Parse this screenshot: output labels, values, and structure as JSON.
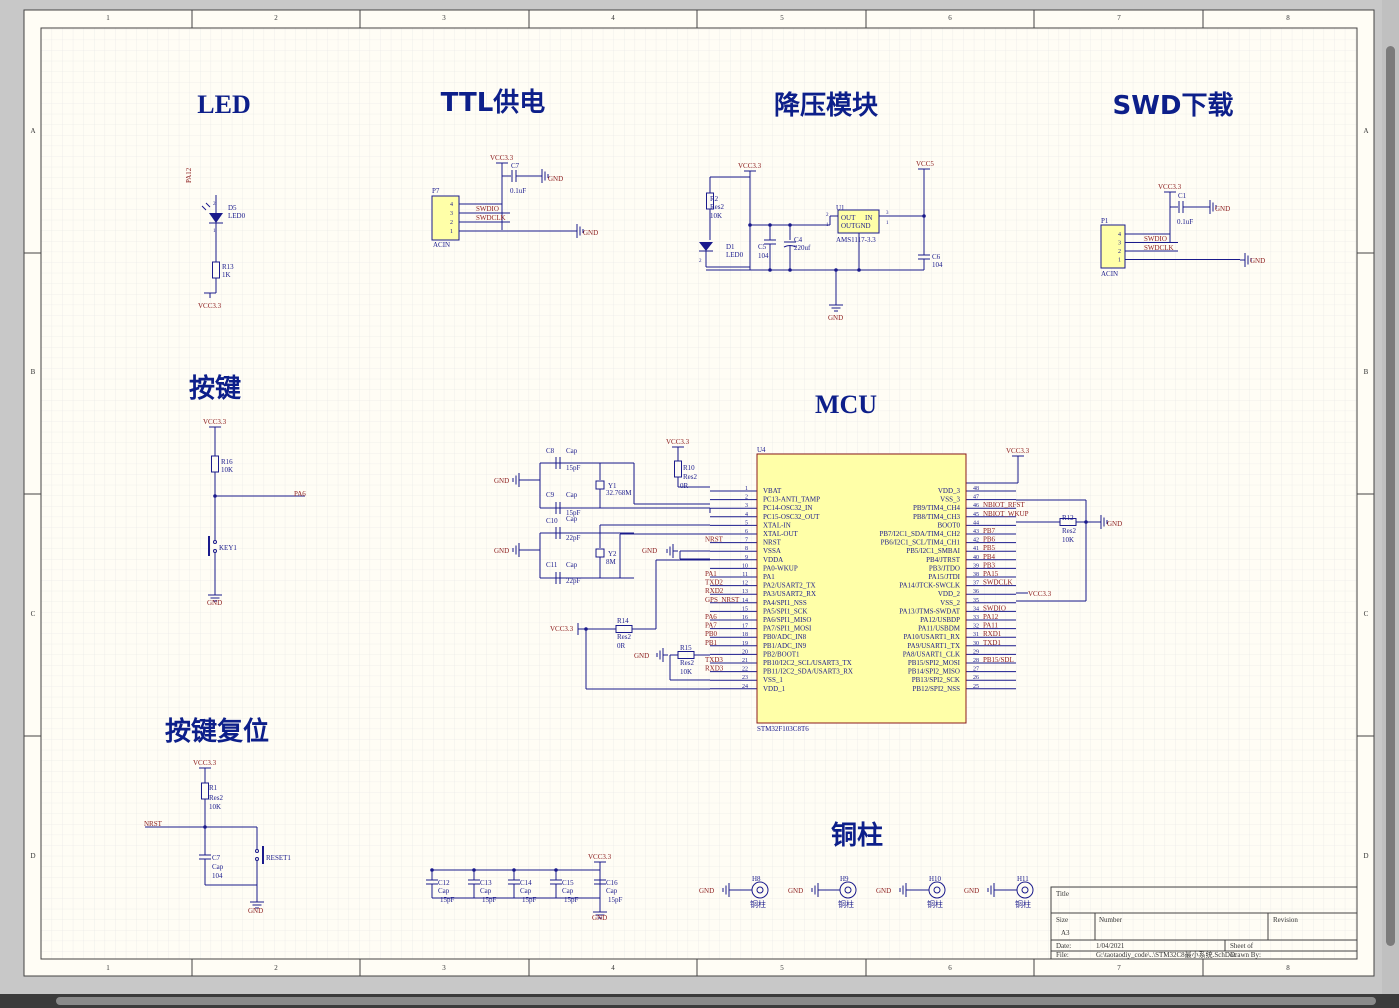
{
  "toolbar": {
    "tools": [
      "filter-icon",
      "add-icon",
      "select-rect-icon",
      "align-icon",
      "component-icon",
      "bus-icon",
      "power-port-icon",
      "net-label-icon",
      "harness-icon",
      "port-icon",
      "marker-icon",
      "text-icon",
      "arc-icon"
    ]
  },
  "border": {
    "cols": [
      "1",
      "2",
      "3",
      "4",
      "5",
      "6",
      "7",
      "8"
    ],
    "rows": [
      "A",
      "B",
      "C",
      "D"
    ]
  },
  "headings": {
    "led": "LED",
    "ttl": "TTL供电",
    "buck": "降压模块",
    "swd": "SWD下载",
    "key": "按键",
    "mcu": "MCU",
    "reset": "按键复位",
    "post": "铜柱"
  },
  "led": {
    "net": "PA12",
    "d_ref": "D5",
    "d_val": "LED0",
    "r_ref": "R13",
    "r_val": "1K",
    "power": "VCC3.3",
    "p1": "1",
    "p2": "2"
  },
  "ttl": {
    "power": "VCC3.3",
    "c_ref": "C7",
    "c_val": "0.1uF",
    "gnd1": "GND",
    "gnd2": "GND",
    "swdio": "SWDIO",
    "swdclk": "SWDCLK",
    "ref": "P7",
    "val": "ACIN",
    "pins": [
      "4",
      "3",
      "2",
      "1"
    ]
  },
  "buck": {
    "vcc33": "VCC3.3",
    "vcc5": "VCC5",
    "r_ref": "R2",
    "r_val": "Res2",
    "r_val2": "10K",
    "d_ref": "D1",
    "d_val": "LED0",
    "c5_ref": "C5",
    "c5_val": "104",
    "c4_ref": "C4",
    "c4_val": "220uf",
    "u_ref": "U1",
    "u_val": "AMS1117-3.3",
    "u_out": "OUT",
    "u_in": "IN",
    "u_out2": "OUTGND",
    "c6_ref": "C6",
    "c6_val": "104",
    "gnd": "GND",
    "pin1": "1",
    "pin2": "2",
    "pin3": "3"
  },
  "swd": {
    "power": "VCC3.3",
    "c_ref": "C1",
    "c_val": "0.1uF",
    "gnd1": "GND",
    "gnd2": "GND",
    "swdio": "SWDIO",
    "swdclk": "SWDCLK",
    "ref": "P1",
    "val": "ACIN",
    "pins": [
      "4",
      "3",
      "2",
      "1"
    ]
  },
  "key": {
    "power": "VCC3.3",
    "r_ref": "R16",
    "r_val": "10K",
    "net": "PA6",
    "k_ref": "KEY1",
    "gnd": "GND"
  },
  "mcu": {
    "ref": "U4",
    "val": "STM32F103C8T6",
    "vcc_top": "VCC3.3",
    "vcc_right": "VCC3.3",
    "vcc_left": "VCC3.3",
    "vcc_r10": "VCC3.3",
    "gnd_a": "GND",
    "gnd_b": "GND",
    "gnd_c": "GND",
    "gnd_d": "GND",
    "gnd_e": "GND",
    "c8_ref": "C8",
    "c8_name": "Cap",
    "c8_val": "15pF",
    "c9_ref": "C9",
    "c9_name": "Cap",
    "c9_val": "15pF",
    "c10_ref": "C10",
    "c10_name": "Cap",
    "c10_val": "22pF",
    "c11_ref": "C11",
    "c11_name": "Cap",
    "c11_val": "22pF",
    "y1_ref": "Y1",
    "y1_val": "32.768M",
    "y2_ref": "Y2",
    "y2_val": "8M",
    "r10_ref": "R10",
    "r10_name": "Res2",
    "r10_val": "0R",
    "r14_ref": "R14",
    "r14_name": "Res2",
    "r14_val": "0R",
    "r15_ref": "R15",
    "r15_name": "Res2",
    "r15_val": "10K",
    "r12_ref": "R12",
    "r12_name": "Res2",
    "r12_val": "10K",
    "left_pins": [
      {
        "n": "1",
        "name": "VBAT",
        "net": ""
      },
      {
        "n": "2",
        "name": "PC13-ANTI_TAMP",
        "net": ""
      },
      {
        "n": "3",
        "name": "PC14-OSC32_IN",
        "net": ""
      },
      {
        "n": "4",
        "name": "PC15-OSC32_OUT",
        "net": ""
      },
      {
        "n": "5",
        "name": "XTAL-IN",
        "net": ""
      },
      {
        "n": "6",
        "name": "XTAL-OUT",
        "net": ""
      },
      {
        "n": "7",
        "name": "NRST",
        "net": "NRST"
      },
      {
        "n": "8",
        "name": "VSSA",
        "net": ""
      },
      {
        "n": "9",
        "name": "VDDA",
        "net": ""
      },
      {
        "n": "10",
        "name": "PA0-WKUP",
        "net": ""
      },
      {
        "n": "11",
        "name": "PA1",
        "net": "PA1"
      },
      {
        "n": "12",
        "name": "PA2/USART2_TX",
        "net": "TXD2"
      },
      {
        "n": "13",
        "name": "PA3/USART2_RX",
        "net": "RXD2"
      },
      {
        "n": "14",
        "name": "PA4/SPI1_NSS",
        "net": "GPS_NRST"
      },
      {
        "n": "15",
        "name": "PA5/SPI1_SCK",
        "net": ""
      },
      {
        "n": "16",
        "name": "PA6/SPI1_MISO",
        "net": "PA6"
      },
      {
        "n": "17",
        "name": "PA7/SPI1_MOSI",
        "net": "PA7"
      },
      {
        "n": "18",
        "name": "PB0/ADC_IN8",
        "net": "PB0"
      },
      {
        "n": "19",
        "name": "PB1/ADC_IN9",
        "net": "PB1"
      },
      {
        "n": "20",
        "name": "PB2/BOOT1",
        "net": ""
      },
      {
        "n": "21",
        "name": "PB10/I2C2_SCL/USART3_TX",
        "net": "TXD3"
      },
      {
        "n": "22",
        "name": "PB11/I2C2_SDA/USART3_RX",
        "net": "RXD3"
      },
      {
        "n": "23",
        "name": "VSS_1",
        "net": ""
      },
      {
        "n": "24",
        "name": "VDD_1",
        "net": ""
      }
    ],
    "right_pins": [
      {
        "n": "48",
        "name": "VDD_3",
        "net": ""
      },
      {
        "n": "47",
        "name": "VSS_3",
        "net": ""
      },
      {
        "n": "46",
        "name": "PB9/TIM4_CH4",
        "net": "NBIOT_RFST"
      },
      {
        "n": "45",
        "name": "PB8/TIM4_CH3",
        "net": "NBIOT_WKUP"
      },
      {
        "n": "44",
        "name": "BOOT0",
        "net": ""
      },
      {
        "n": "43",
        "name": "PB7/I2C1_SDA/TIM4_CH2",
        "net": "PB7"
      },
      {
        "n": "42",
        "name": "PB6/I2C1_SCL/TIM4_CH1",
        "net": "PB6"
      },
      {
        "n": "41",
        "name": "PB5/I2C1_SMBAI",
        "net": "PB5"
      },
      {
        "n": "40",
        "name": "PB4/JTRST",
        "net": "PB4"
      },
      {
        "n": "39",
        "name": "PB3/JTDO",
        "net": "PB3"
      },
      {
        "n": "38",
        "name": "PA15/JTDI",
        "net": "PA15"
      },
      {
        "n": "37",
        "name": "PA14/JTCK-SWCLK",
        "net": "SWDCLK"
      },
      {
        "n": "36",
        "name": "VDD_2",
        "net": ""
      },
      {
        "n": "35",
        "name": "VSS_2",
        "net": ""
      },
      {
        "n": "34",
        "name": "PA13/JTMS-SWDAT",
        "net": "SWDIO"
      },
      {
        "n": "33",
        "name": "PA12/USBDP",
        "net": "PA12"
      },
      {
        "n": "32",
        "name": "PA11/USBDM",
        "net": "PA11"
      },
      {
        "n": "31",
        "name": "PA10/USART1_RX",
        "net": "RXD1"
      },
      {
        "n": "30",
        "name": "PA9/USART1_TX",
        "net": "TXD1"
      },
      {
        "n": "29",
        "name": "PA8/USART1_CLK",
        "net": ""
      },
      {
        "n": "28",
        "name": "PB15/SPI2_MOSI",
        "net": "PB15/SDL"
      },
      {
        "n": "27",
        "name": "PB14/SPI2_MISO",
        "net": ""
      },
      {
        "n": "26",
        "name": "PB13/SPI2_SCK",
        "net": ""
      },
      {
        "n": "25",
        "name": "PB12/SPI2_NSS",
        "net": ""
      }
    ]
  },
  "reset": {
    "power": "VCC3.3",
    "r_ref": "R1",
    "r_name": "Res2",
    "r_val": "10K",
    "net": "NRST",
    "c_ref": "C7",
    "c_name": "Cap",
    "c_val": "104",
    "sw_ref": "RESET1",
    "gnd": "GND"
  },
  "caps": {
    "power": "VCC3.3",
    "gnd": "GND",
    "items": [
      {
        "ref": "C12",
        "name": "Cap",
        "val": "15pF"
      },
      {
        "ref": "C13",
        "name": "Cap",
        "val": "15pF"
      },
      {
        "ref": "C14",
        "name": "Cap",
        "val": "15pF"
      },
      {
        "ref": "C15",
        "name": "Cap",
        "val": "15pF"
      },
      {
        "ref": "C16",
        "name": "Cap",
        "val": "15pF"
      }
    ]
  },
  "posts": {
    "gnd": "GND",
    "items": [
      {
        "ref": "H8",
        "val": "铜柱"
      },
      {
        "ref": "H9",
        "val": "铜柱"
      },
      {
        "ref": "H10",
        "val": "铜柱"
      },
      {
        "ref": "H11",
        "val": "铜柱"
      }
    ]
  },
  "title_block": {
    "title_lbl": "Title",
    "size_lbl": "Size",
    "size_val": "A3",
    "number_lbl": "Number",
    "revision_lbl": "Revision",
    "date_lbl": "Date:",
    "date_val": "1/04/2021",
    "sheet_lbl": "Sheet   of",
    "file_lbl": "File:",
    "file_val": "G:\\taotaodiy_code\\..\\STM32C8最小系统.SchDoc",
    "drawn_lbl": "Drawn By:"
  }
}
